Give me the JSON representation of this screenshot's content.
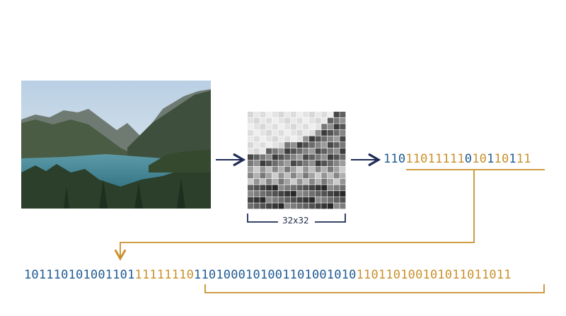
{
  "grid_label": "32x32",
  "hash_segments": [
    {
      "bits": "110",
      "color": "#1f5a92"
    },
    {
      "bits": "11011111",
      "color": "#c9902a"
    },
    {
      "bits": "0",
      "color": "#1f5a92"
    },
    {
      "bits": "10",
      "color": "#c9902a"
    },
    {
      "bits": "1",
      "color": "#1f5a92"
    },
    {
      "bits": "10",
      "color": "#c9902a"
    },
    {
      "bits": "1",
      "color": "#1f5a92"
    },
    {
      "bits": "11",
      "color": "#c9902a"
    }
  ],
  "sequence_segments": [
    {
      "bits": "101110101001101",
      "color": "#1f5a92"
    },
    {
      "bits": "11111110",
      "color": "#c9902a"
    },
    {
      "bits": "110100010100110100",
      "color": "#1f5a92"
    },
    {
      "bits": "1010",
      "color": "#1f5a92"
    },
    {
      "bits": "1101101001010",
      "color": "#c9902a"
    },
    {
      "bits": "11011011",
      "color": "#c9902a"
    }
  ],
  "colors": {
    "navy": "#1e2a56",
    "blue": "#1f5a92",
    "gold": "#c9902a"
  }
}
